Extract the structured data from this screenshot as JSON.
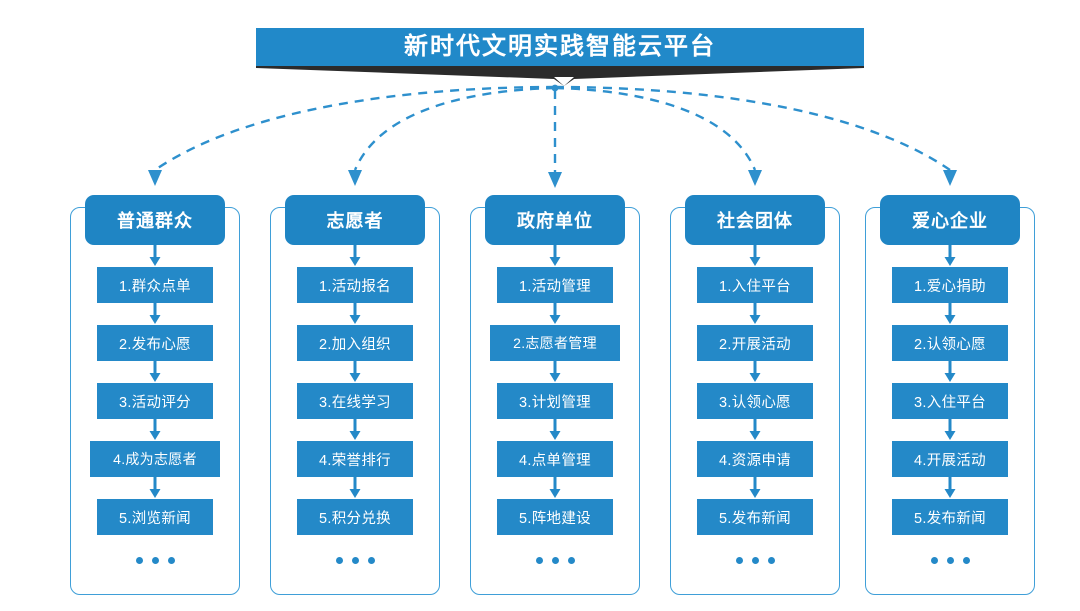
{
  "palette": {
    "title_bg": "#2189c9",
    "ribbon_dark": "#2b2b2b",
    "header_bg": "#1f85c4",
    "item_bg": "#2489c8",
    "border_blue": "#3f9fd8",
    "text_white": "#ffffff"
  },
  "title": {
    "text": "新时代文明实践智能云平台"
  },
  "columns": [
    {
      "id": "public",
      "header": "普通群众",
      "items": [
        "1.群众点单",
        "2.发布心愿",
        "3.活动评分",
        "4.成为志愿者",
        "5.浏览新闻"
      ],
      "ellipsis": "..."
    },
    {
      "id": "volunteer",
      "header": "志愿者",
      "items": [
        "1.活动报名",
        "2.加入组织",
        "3.在线学习",
        "4.荣誉排行",
        "5.积分兑换"
      ],
      "ellipsis": "..."
    },
    {
      "id": "government",
      "header": "政府单位",
      "items": [
        "1.活动管理",
        "2.志愿者管理",
        "3.计划管理",
        "4.点单管理",
        "5.阵地建设"
      ],
      "ellipsis": "..."
    },
    {
      "id": "social-group",
      "header": "社会团体",
      "items": [
        "1.入住平台",
        "2.开展活动",
        "3.认领心愿",
        "4.资源申请",
        "5.发布新闻"
      ],
      "ellipsis": "..."
    },
    {
      "id": "enterprise",
      "header": "爱心企业",
      "items": [
        "1.爱心捐助",
        "2.认领心愿",
        "3.入住平台",
        "4.开展活动",
        "5.发布新闻"
      ],
      "ellipsis": "..."
    }
  ]
}
